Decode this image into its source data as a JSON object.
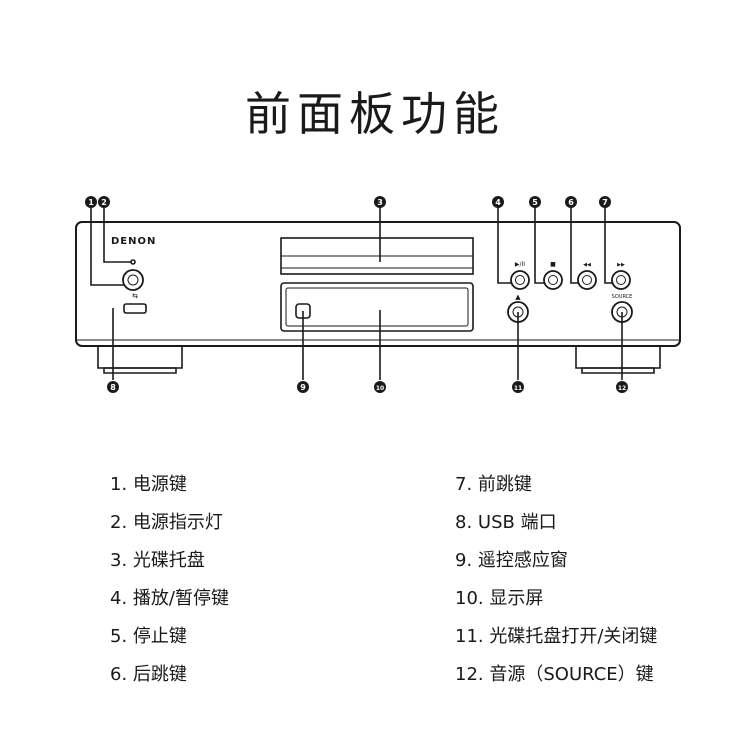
{
  "title": "前面板功能",
  "panel": {
    "brand": "DENON",
    "play_pause_glyph": "▶/II",
    "stop_glyph": "■",
    "prev_glyph": "◀◀",
    "next_glyph": "▶▶",
    "eject_glyph": "▲",
    "source_label": "SOURCE"
  },
  "callouts": [
    "1",
    "2",
    "3",
    "4",
    "5",
    "6",
    "7",
    "8",
    "9",
    "10",
    "11",
    "12"
  ],
  "legend": [
    "1. 电源键",
    "2. 电源指示灯",
    "3. 光碟托盘",
    "4. 播放/暂停键",
    "5. 停止键",
    "6. 后跳键",
    "7. 前跳键",
    "8. USB 端口",
    "9. 遥控感应窗",
    "10. 显示屏",
    "11. 光碟托盘打开/关闭键",
    "12. 音源（SOURCE）键"
  ]
}
